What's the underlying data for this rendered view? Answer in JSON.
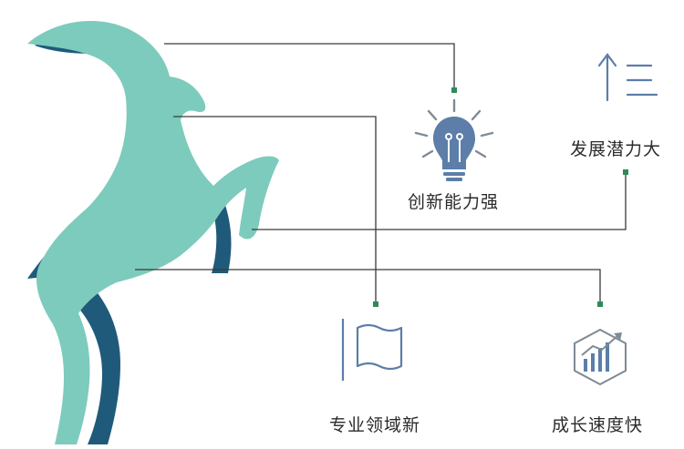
{
  "features": {
    "innovation": {
      "label": "创新能力强",
      "icon": "lightbulb-icon"
    },
    "potential": {
      "label": "发展潜力大",
      "icon": "growth-arrow-icon"
    },
    "specialty": {
      "label": "专业领域新",
      "icon": "flag-icon"
    },
    "growth": {
      "label": "成长速度快",
      "icon": "bar-chart-icon"
    }
  },
  "colors": {
    "goat_light": "#7dcbbc",
    "goat_dark": "#1f5a7a",
    "line": "#3a3a3a",
    "node": "#2e8b57",
    "icon_blue": "#5c7ea8",
    "icon_gray": "#7f8a96",
    "text": "#2b2b2b"
  }
}
